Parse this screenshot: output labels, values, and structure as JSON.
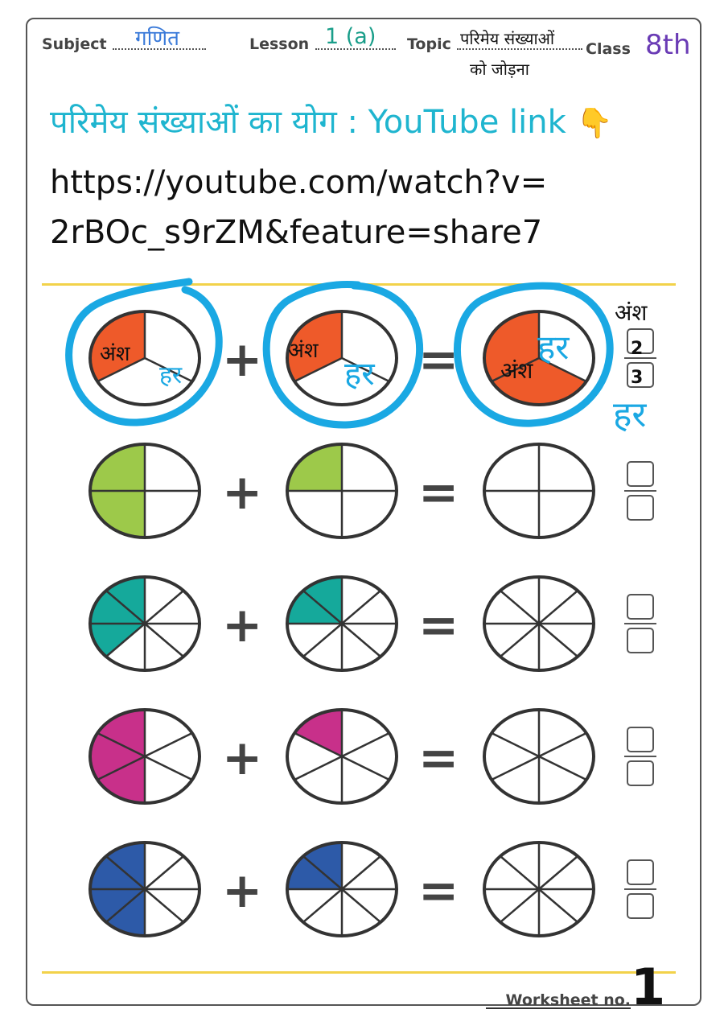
{
  "header": {
    "subject_label": "Subject",
    "subject_value": "गणित",
    "lesson_label": "Lesson",
    "lesson_value": "1 (a)",
    "topic_label": "Topic",
    "topic_value_line1": "परिमेय संख्याओं",
    "topic_value_line2": "को जोड़ना",
    "class_label": "Class",
    "class_value": "8th"
  },
  "title": {
    "text": "परिमेय संख्याओं का योग : YouTube link",
    "pointer_icon": "pointing-down-hand-icon"
  },
  "link": {
    "line1": "https://youtube.com/watch?v=",
    "line2": "2rBOc_s9rZM&feature=share7"
  },
  "example_row": {
    "numerator_label": "अंश",
    "denominator_label": "हर",
    "numerator_value": "2",
    "denominator_value": "3",
    "annotation_numerator": "अंश",
    "annotation_denominator": "हर"
  },
  "operators": {
    "plus": "+",
    "equals": "="
  },
  "problems": [
    {
      "slices": 3,
      "a": 1,
      "b": 1,
      "color": "#ee5a2a"
    },
    {
      "slices": 4,
      "a": 2,
      "b": 1,
      "color": "#9dc94a"
    },
    {
      "slices": 8,
      "a": 3,
      "b": 2,
      "color": "#15a99b"
    },
    {
      "slices": 6,
      "a": 3,
      "b": 1,
      "color": "#c8308a"
    },
    {
      "slices": 8,
      "a": 4,
      "b": 2,
      "color": "#2d5aa8"
    }
  ],
  "colors": {
    "accent_cyan": "#1fb5cf",
    "handwriting_blue": "#3a7ad9",
    "class_purple": "#6a3bb5",
    "divider_yellow": "#f2d24a",
    "annotation_circle": "#1aa8e3"
  },
  "footer": {
    "worksheet_label": "Worksheet no.",
    "worksheet_number": "1"
  }
}
